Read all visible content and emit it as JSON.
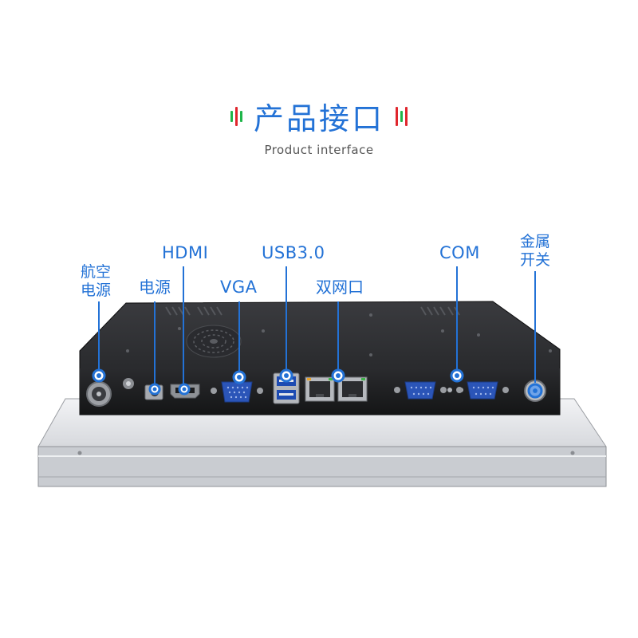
{
  "header": {
    "title": "产品接口",
    "subtitle": "Product interface",
    "accent_colors": {
      "green": "#1fb54a",
      "red": "#e0262d",
      "blue": "#2372d6"
    }
  },
  "ports": [
    {
      "id": "aviation-power",
      "line1": "航空",
      "line2": "电源"
    },
    {
      "id": "power",
      "line1": "电源"
    },
    {
      "id": "hdmi",
      "line1": "HDMI"
    },
    {
      "id": "vga",
      "line1": "VGA"
    },
    {
      "id": "usb3",
      "line1": "USB3.0"
    },
    {
      "id": "dual-lan",
      "line1": "双网口"
    },
    {
      "id": "com",
      "line1": "COM"
    },
    {
      "id": "metal-switch",
      "line1": "金属",
      "line2": "开关"
    }
  ]
}
